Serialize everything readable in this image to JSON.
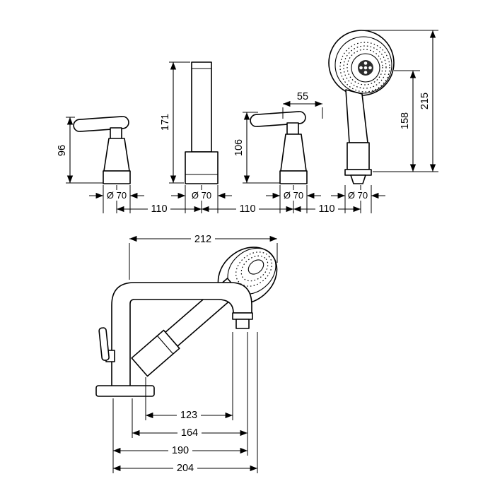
{
  "top_view": {
    "spacing_labels": [
      "110",
      "110",
      "110"
    ],
    "handle_left": {
      "height": "96",
      "diameter": "Ø 70"
    },
    "spout": {
      "height": "171",
      "diameter": "Ø 70"
    },
    "handle_right": {
      "top_width": "55",
      "height": "106",
      "diameter": "Ø 70"
    },
    "handshower": {
      "height": "158",
      "total_height": "215",
      "diameter": "Ø 70"
    }
  },
  "side_view": {
    "overall_width": "212",
    "widths": [
      "123",
      "164",
      "190",
      "204"
    ]
  }
}
